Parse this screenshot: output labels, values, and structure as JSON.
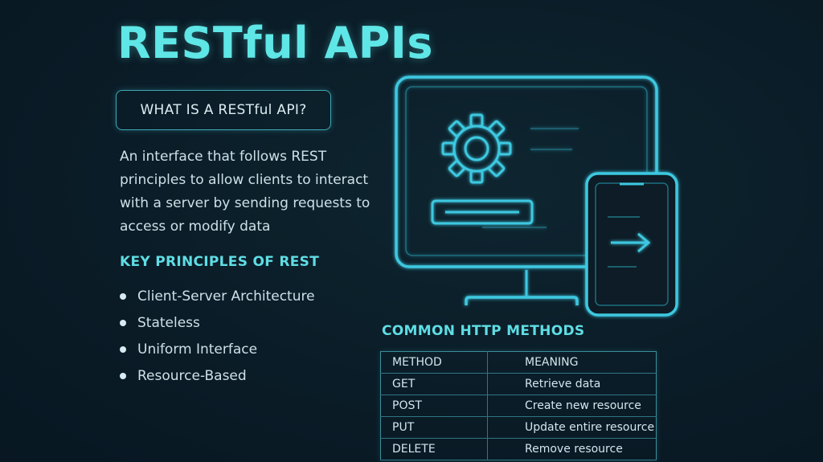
{
  "title": "RESTful APIs",
  "what_box": {
    "label": "WHAT IS A RESTful API?"
  },
  "description": "An interface that follows REST principles to allow clients to interact with a server by sending requests to access or modify data",
  "principles": {
    "heading": "KEY PRINCIPLES OF REST",
    "items": [
      "Client-Server Architecture",
      "Stateless",
      "Uniform Interface",
      "Resource-Based"
    ]
  },
  "illustration": {
    "icons": [
      "monitor-icon",
      "gear-icon",
      "phone-icon",
      "arrow-right-icon"
    ],
    "accent_color": "#3ec8e0"
  },
  "methods": {
    "heading": "COMMON HTTP METHODS",
    "columns": [
      "METHOD",
      "MEANING"
    ],
    "rows": [
      {
        "method": "GET",
        "meaning": "Retrieve data"
      },
      {
        "method": "POST",
        "meaning": "Create new resource"
      },
      {
        "method": "PUT",
        "meaning": "Update entire resource"
      },
      {
        "method": "DELETE",
        "meaning": "Remove resource"
      }
    ]
  },
  "colors": {
    "background": "#0a1c27",
    "title": "#5fe6e6",
    "heading": "#5fdde4",
    "text": "#cde0e8",
    "accent": "#3ec8e0"
  }
}
